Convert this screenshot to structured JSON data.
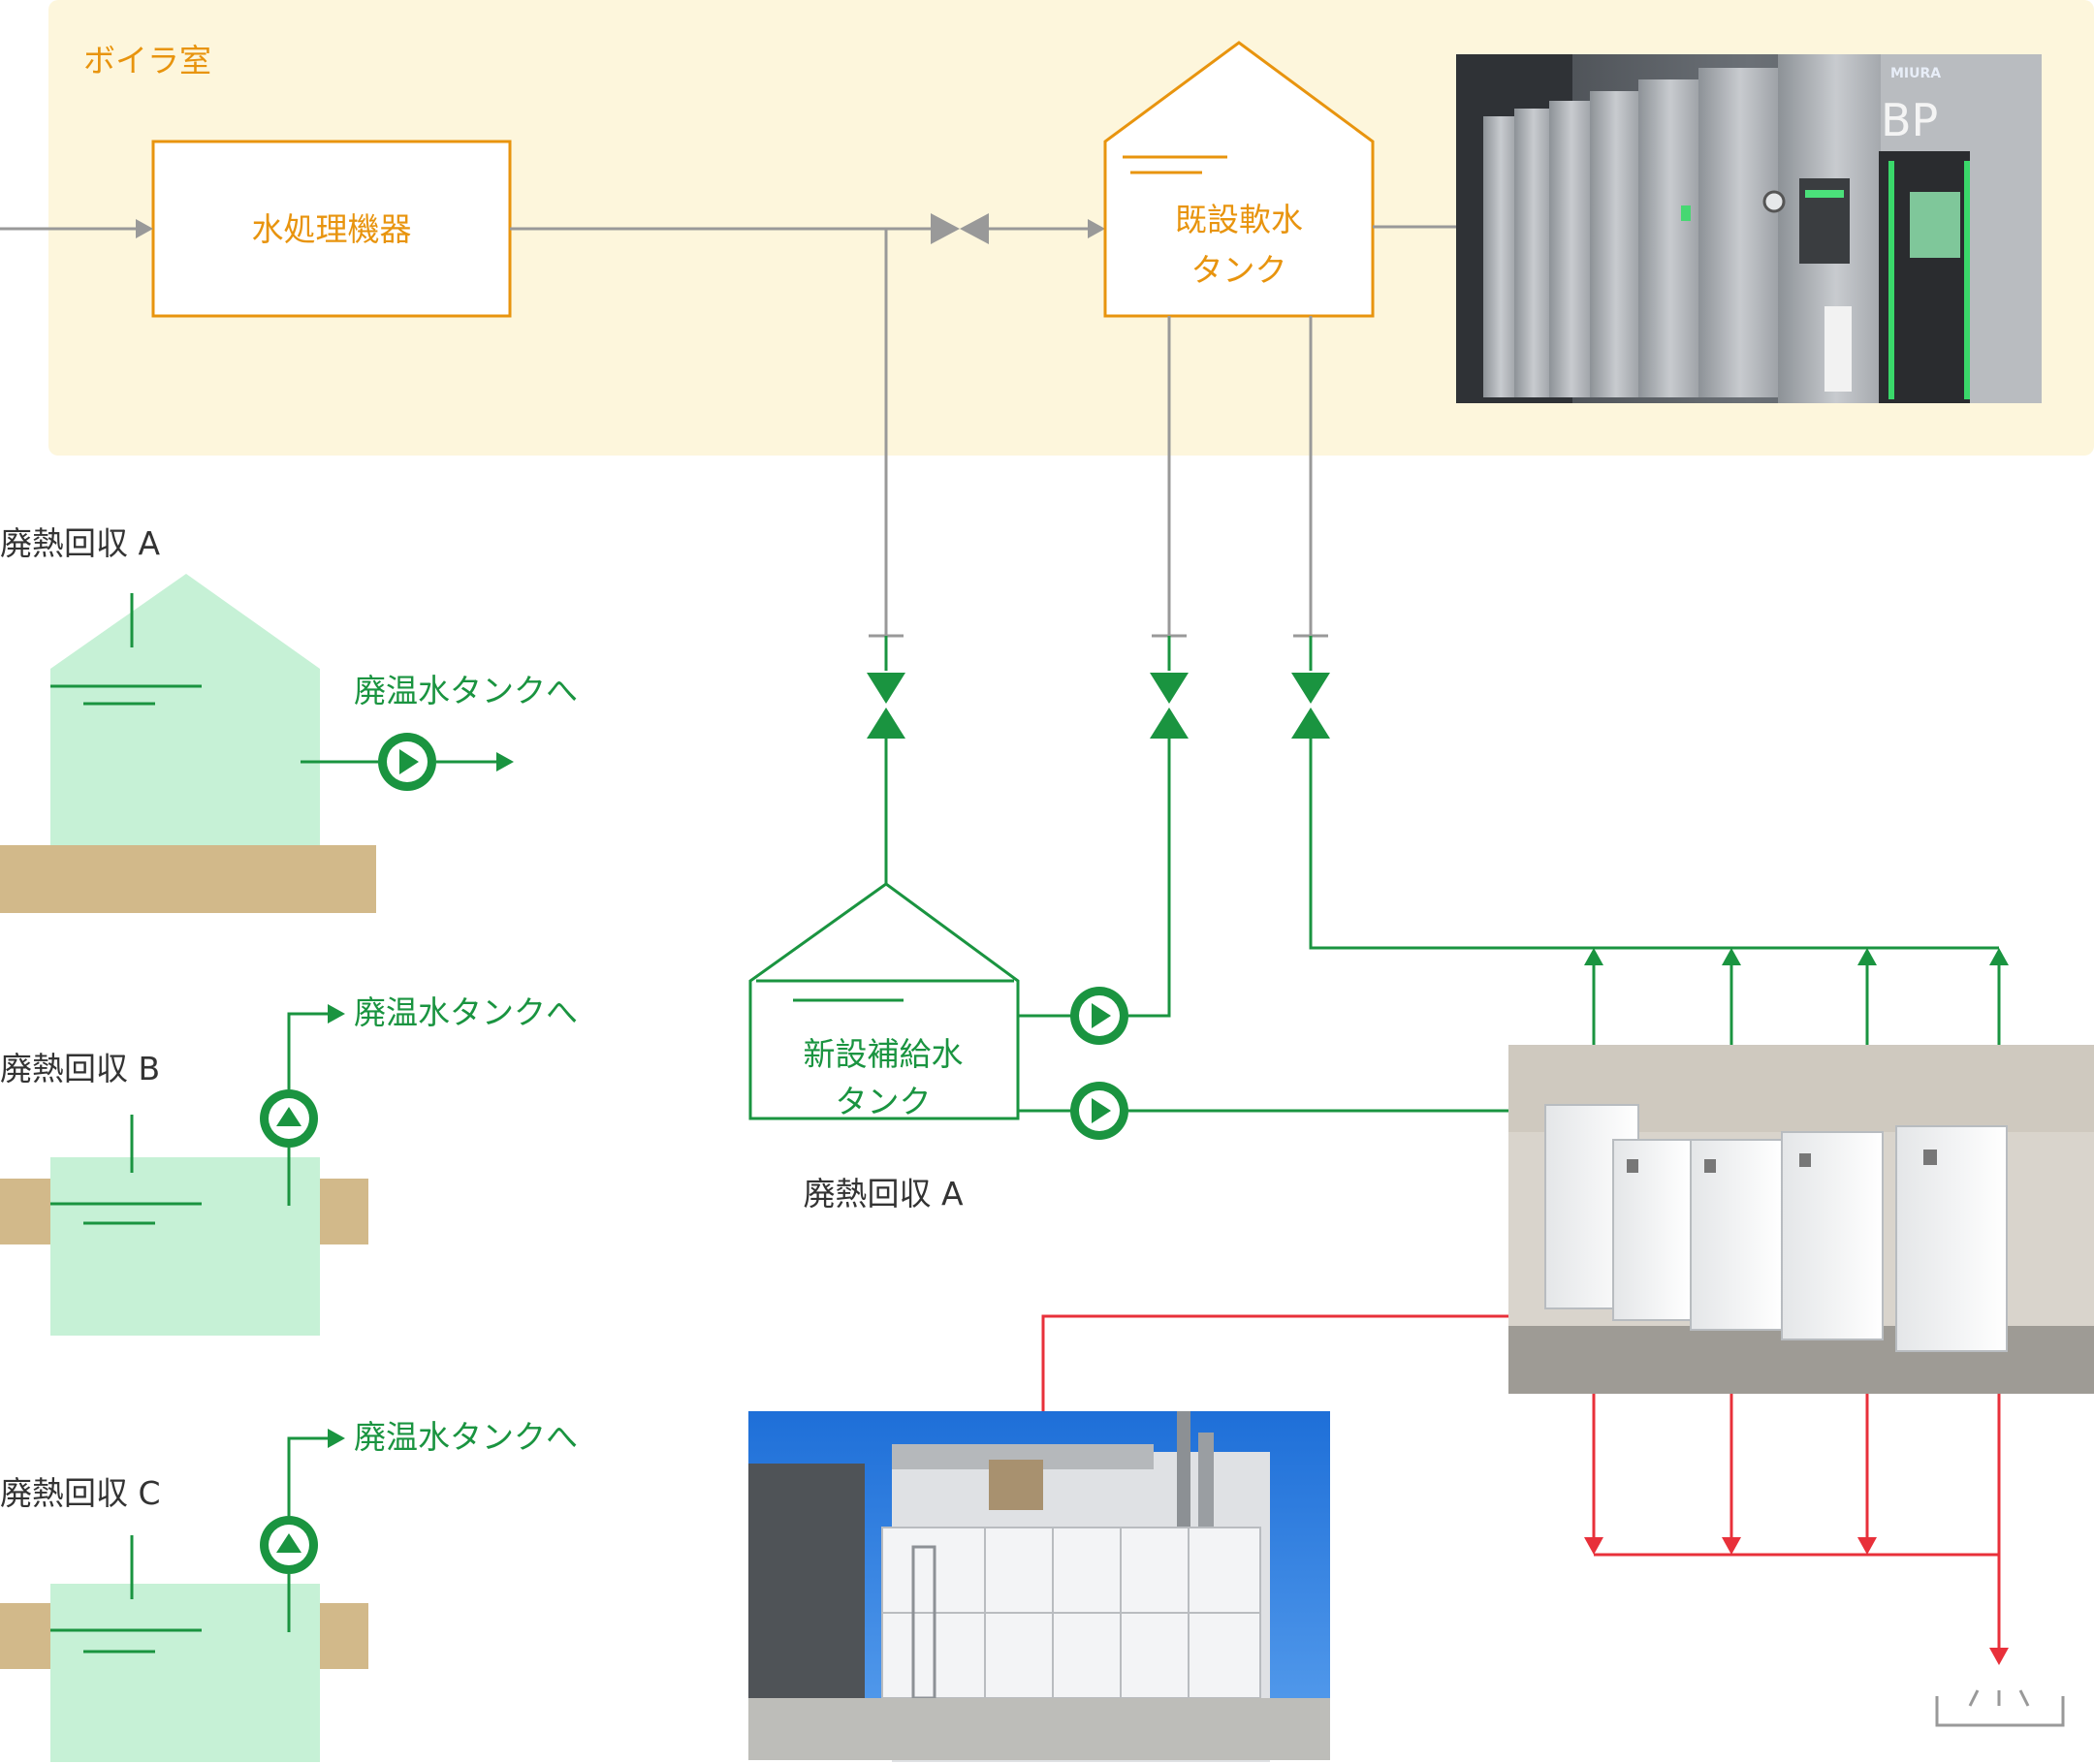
{
  "boiler_room": {
    "label": "ボイラ室"
  },
  "water_treatment": {
    "label": "水処理機器"
  },
  "existing_tank": {
    "line1": "既設軟水",
    "line2": "タンク"
  },
  "new_tank": {
    "line1": "新設補給水",
    "line2": "タンク",
    "caption": "廃熱回収 A"
  },
  "waste_heat_a": {
    "title": "廃熱回収 A",
    "outlet": "廃温水タンクへ"
  },
  "waste_heat_b": {
    "title": "廃熱回収 B",
    "outlet": "廃温水タンクへ"
  },
  "waste_heat_c": {
    "title": "廃熱回収 C",
    "outlet": "廃温水タンクへ"
  },
  "boiler_photo_text": {
    "brand": "MIURA",
    "unit": "BP"
  },
  "colors": {
    "orange": "#e8940e",
    "green": "#1a9440",
    "red": "#e8303a",
    "gray_pipe": "#999999",
    "boiler_room_bg": "#fdf6dc",
    "tank_fill": "#c6f1d6",
    "ground": "#d2b98a"
  },
  "icons": [
    "pump-icon",
    "valve-icon",
    "drain-icon",
    "arrow-icon"
  ]
}
